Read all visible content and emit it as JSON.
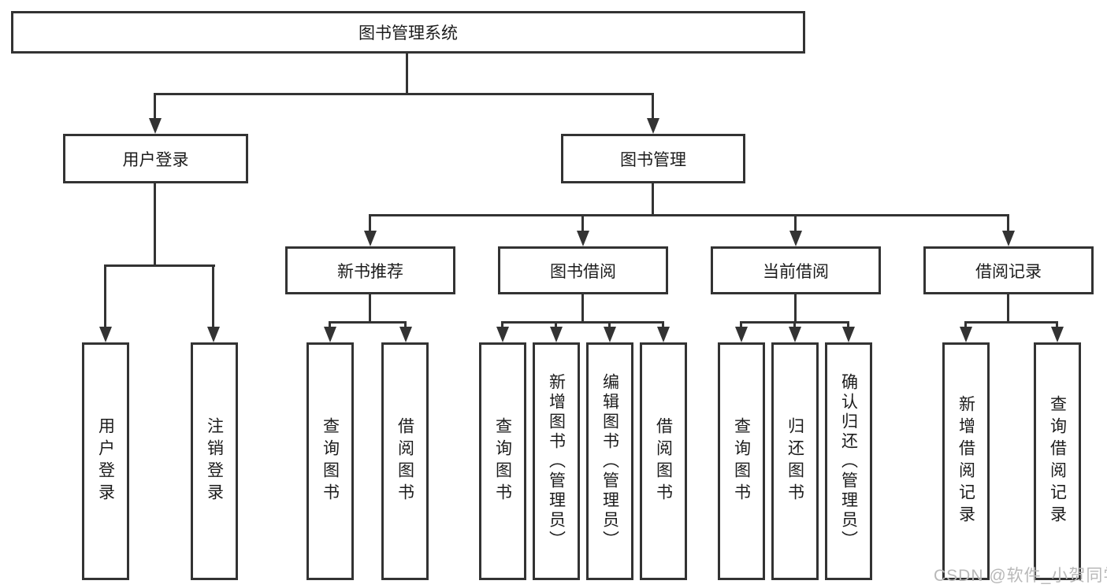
{
  "diagram_title": "图书管理系统",
  "nodes": {
    "root": "图书管理系统",
    "user_login_group": "用户登录",
    "book_management": "图书管理",
    "user_login": "用户登录",
    "logout": "注销登录",
    "new_book_recommend": "新书推荐",
    "book_borrowing": "图书借阅",
    "current_borrowing": "当前借阅",
    "borrowing_records": "借阅记录",
    "nbr_query_books": "查询图书",
    "nbr_borrow_books": "借阅图书",
    "bb_query_books": "查询图书",
    "bb_add_books": "新增图书（管理员）",
    "bb_edit_books": "编辑图书（管理员）",
    "bb_borrow_books": "借阅图书",
    "cb_query_books": "查询图书",
    "cb_return_books": "归还图书",
    "cb_confirm_return": "确认归还（管理员）",
    "br_add_record": "新增借阅记录",
    "br_query_record": "查询借阅记录"
  },
  "edges": [
    [
      "图书管理系统",
      "用户登录"
    ],
    [
      "图书管理系统",
      "图书管理"
    ],
    [
      "用户登录",
      "用户登录"
    ],
    [
      "用户登录",
      "注销登录"
    ],
    [
      "图书管理",
      "新书推荐"
    ],
    [
      "图书管理",
      "图书借阅"
    ],
    [
      "图书管理",
      "当前借阅"
    ],
    [
      "图书管理",
      "借阅记录"
    ],
    [
      "新书推荐",
      "查询图书"
    ],
    [
      "新书推荐",
      "借阅图书"
    ],
    [
      "图书借阅",
      "查询图书"
    ],
    [
      "图书借阅",
      "新增图书（管理员）"
    ],
    [
      "图书借阅",
      "编辑图书（管理员）"
    ],
    [
      "图书借阅",
      "借阅图书"
    ],
    [
      "当前借阅",
      "查询图书"
    ],
    [
      "当前借阅",
      "归还图书"
    ],
    [
      "当前借阅",
      "确认归还（管理员）"
    ],
    [
      "借阅记录",
      "新增借阅记录"
    ],
    [
      "借阅记录",
      "查询借阅记录"
    ]
  ],
  "watermark": {
    "text": "CSDN @软件_小贺同学",
    "color": "#b8b8b8"
  },
  "colors": {
    "line": "#333333",
    "text": "#1c1c1c",
    "background": "#ffffff"
  }
}
